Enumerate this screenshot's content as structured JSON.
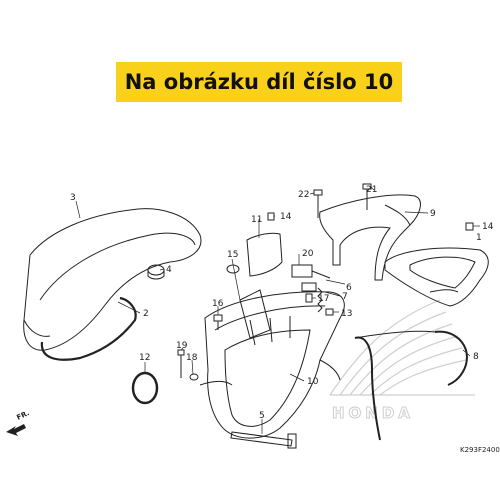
{
  "banner": {
    "text": "Na obrázku díl číslo 10"
  },
  "diagram_code": "K293F2400",
  "direction_label": "FR.",
  "watermark": "HONDA",
  "callouts": [
    "1",
    "2",
    "3",
    "4",
    "5",
    "6",
    "7",
    "8",
    "9",
    "10",
    "11",
    "12",
    "13",
    "14",
    "14",
    "15",
    "16",
    "17",
    "18",
    "19",
    "20",
    "21",
    "22"
  ],
  "colors": {
    "banner": "#f9d11b",
    "line": "#222222",
    "watermark": "#cfcfcf"
  }
}
